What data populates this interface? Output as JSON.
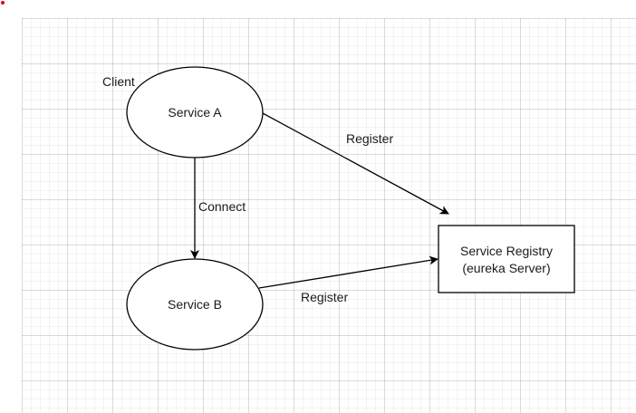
{
  "diagram": {
    "nodes": {
      "service_a": {
        "label": "Service A"
      },
      "service_b": {
        "label": "Service B"
      },
      "registry": {
        "line1": "Service Registry",
        "line2": "(eureka Server)"
      }
    },
    "annotations": {
      "client": "Client"
    },
    "edges": {
      "connect": "Connect",
      "register_a": "Register",
      "register_b": "Register"
    }
  },
  "colors": {
    "stroke": "#000000",
    "text": "#1a1a1a",
    "marker": "#e0001b"
  }
}
